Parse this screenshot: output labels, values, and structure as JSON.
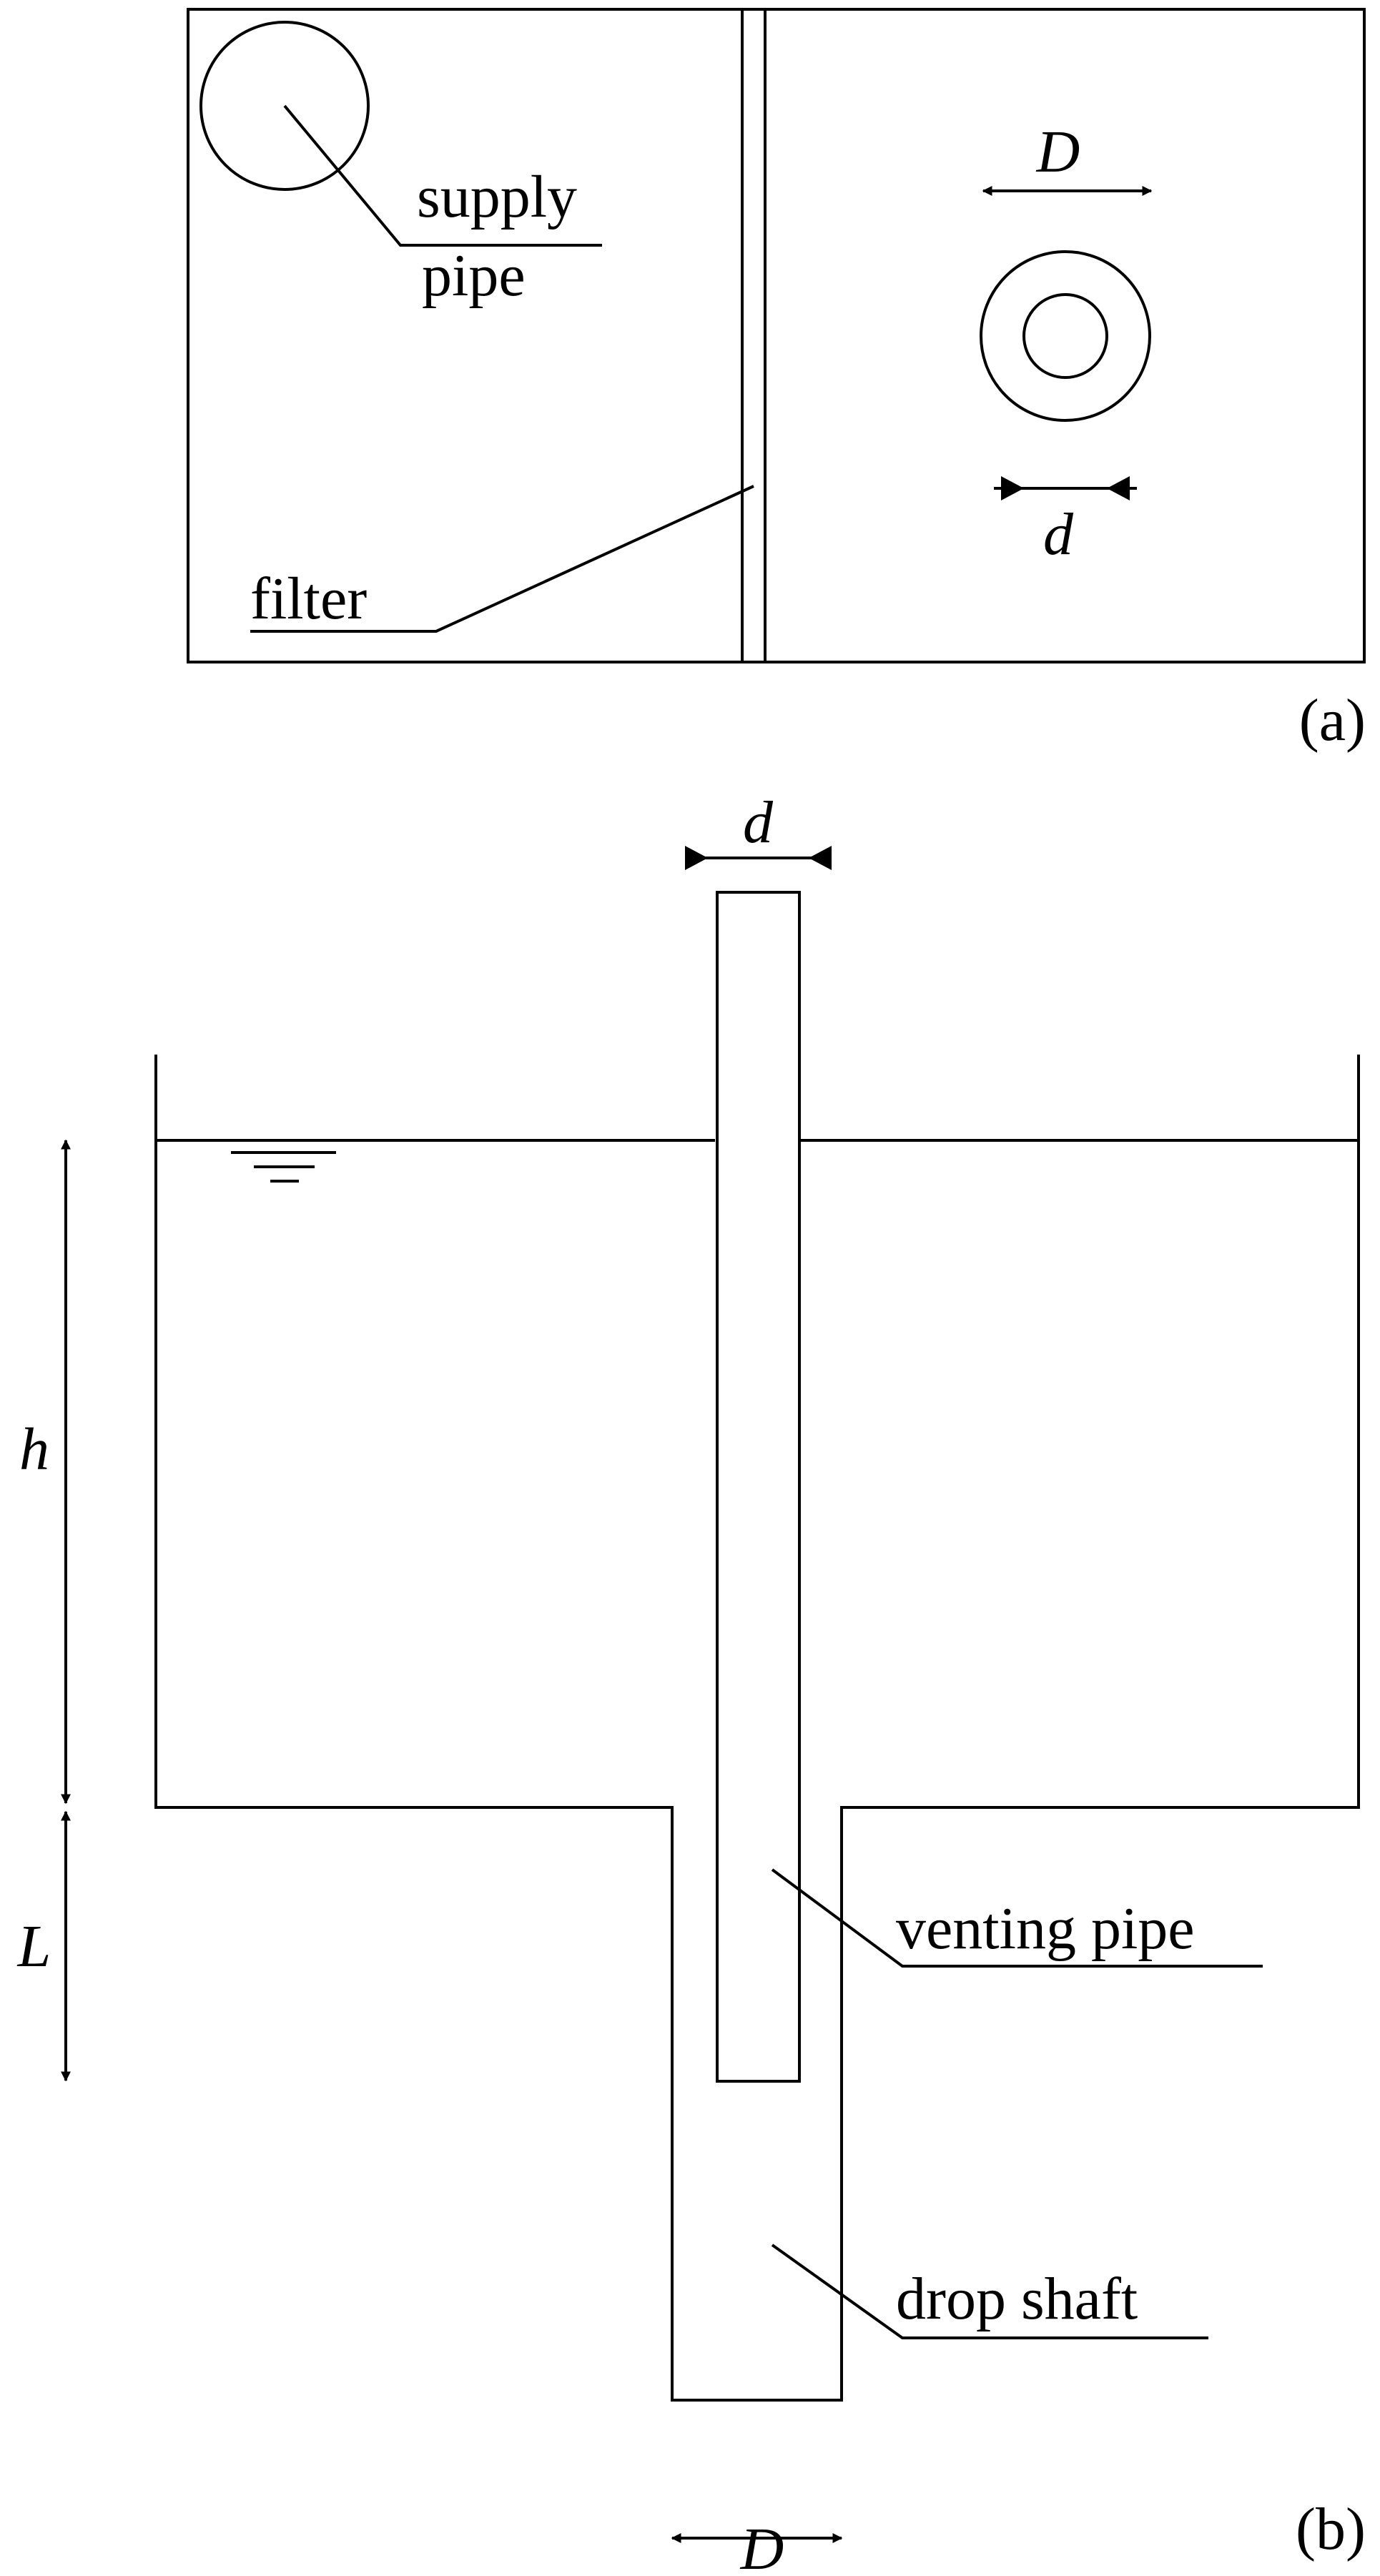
{
  "colors": {
    "stroke": "#000000",
    "background": "#ffffff"
  },
  "panel_a": {
    "tag": "(a)",
    "supply_pipe_line1": "supply",
    "supply_pipe_line2": "pipe",
    "filter": "filter",
    "outer_diameter": "D",
    "inner_diameter": "d"
  },
  "panel_b": {
    "tag": "(b)",
    "venting_pipe": "venting pipe",
    "drop_shaft": "drop shaft",
    "water_depth": "h",
    "shaft_length": "L",
    "shaft_diameter": "D",
    "vent_diameter": "d"
  }
}
